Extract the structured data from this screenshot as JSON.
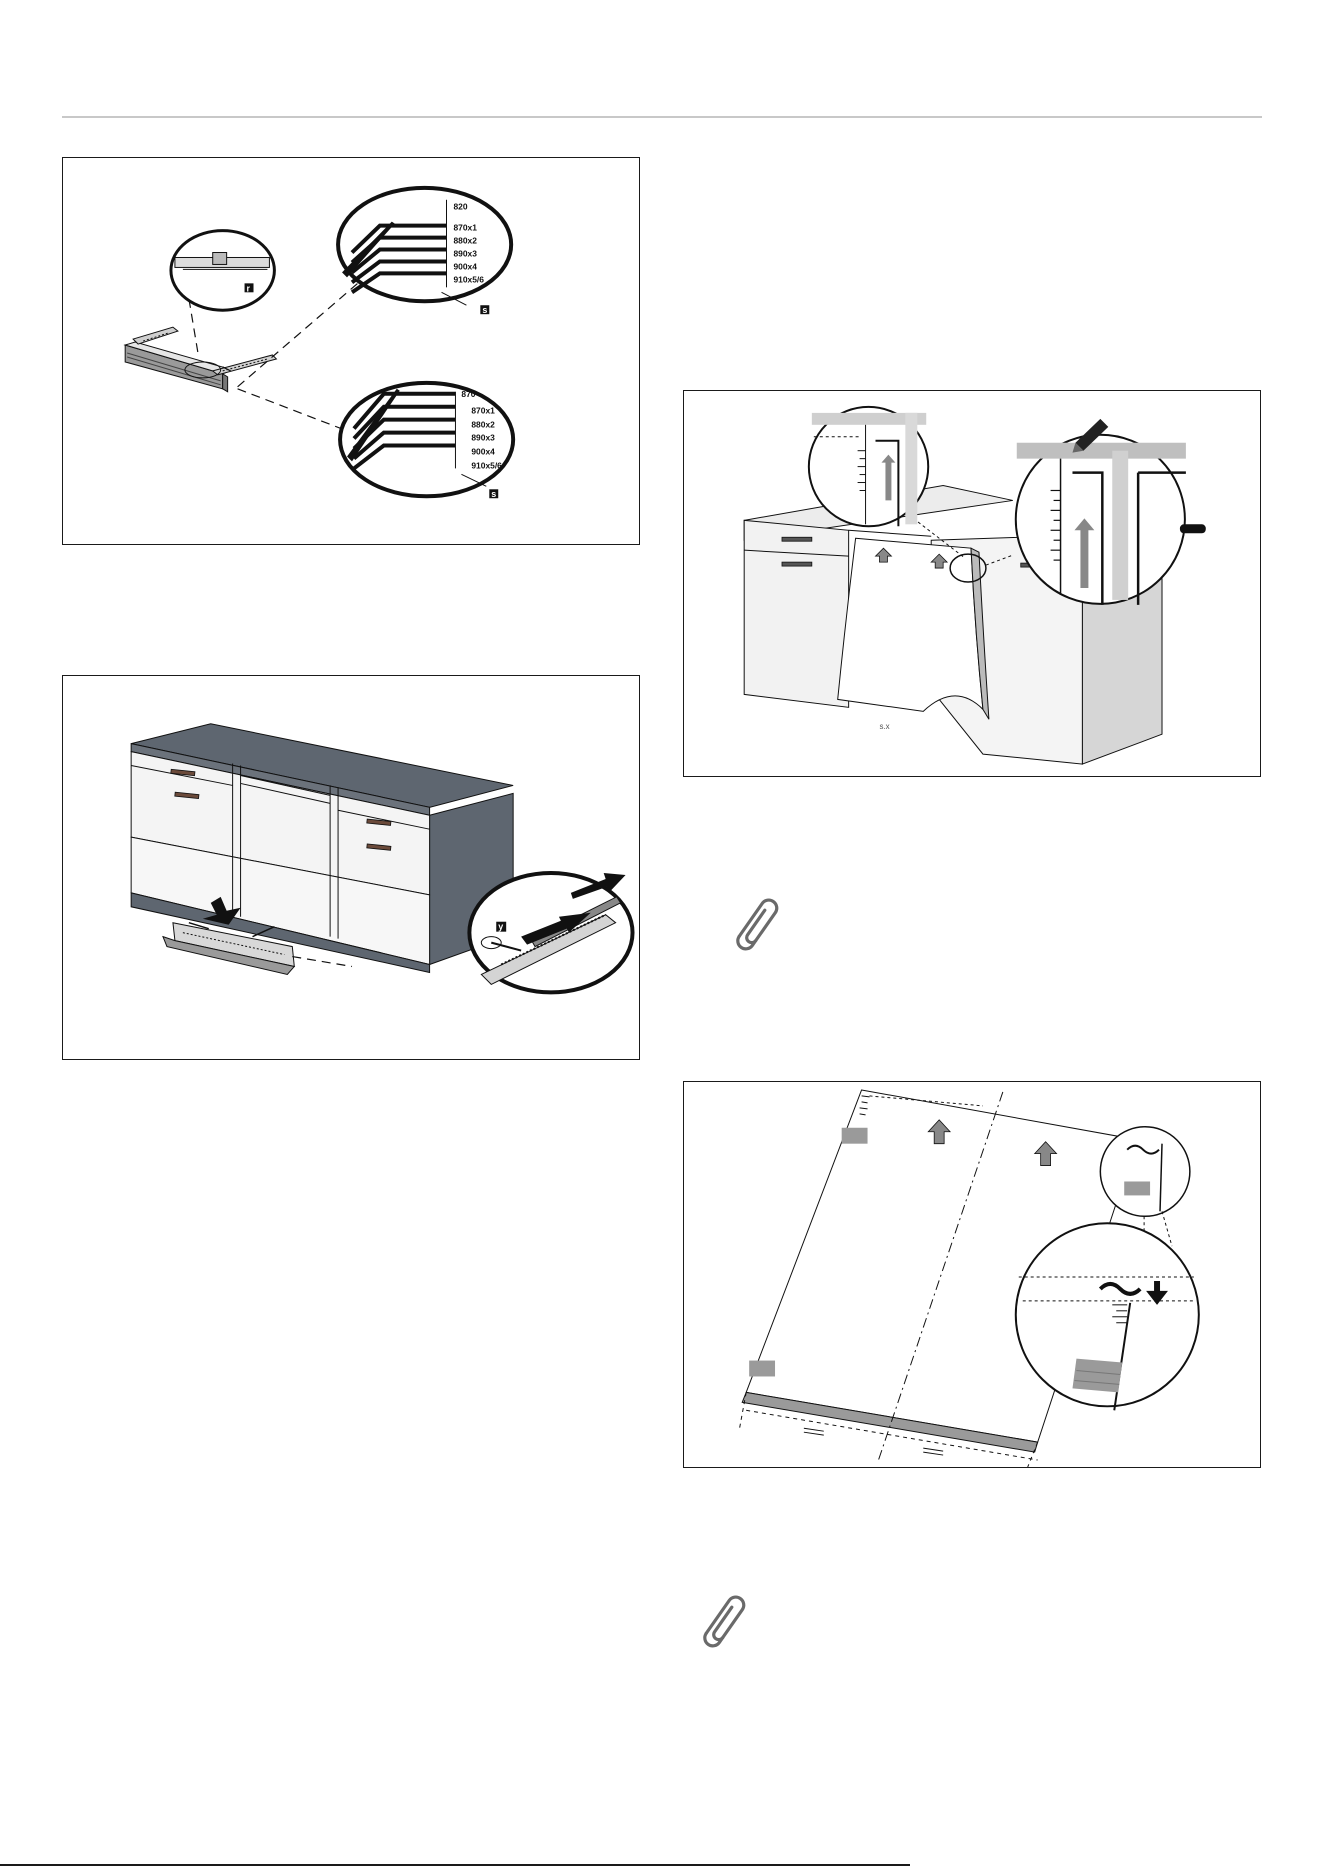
{
  "figure1": {
    "scale_upper": [
      "820",
      "870x1",
      "880x2",
      "890x3",
      "900x4",
      "910x5/6"
    ],
    "scale_lower": [
      "870",
      "870x1",
      "880x2",
      "890x3",
      "900x4",
      "910x5/6"
    ],
    "tag_r": "r",
    "tag_s_upper": "s",
    "tag_s_lower": "s"
  },
  "figure2": {
    "tag_y": "y"
  },
  "figure3": {
    "label_sx": "s.x"
  },
  "icons": {
    "note_icon_1": "paperclip-icon",
    "note_icon_2": "paperclip-icon"
  }
}
